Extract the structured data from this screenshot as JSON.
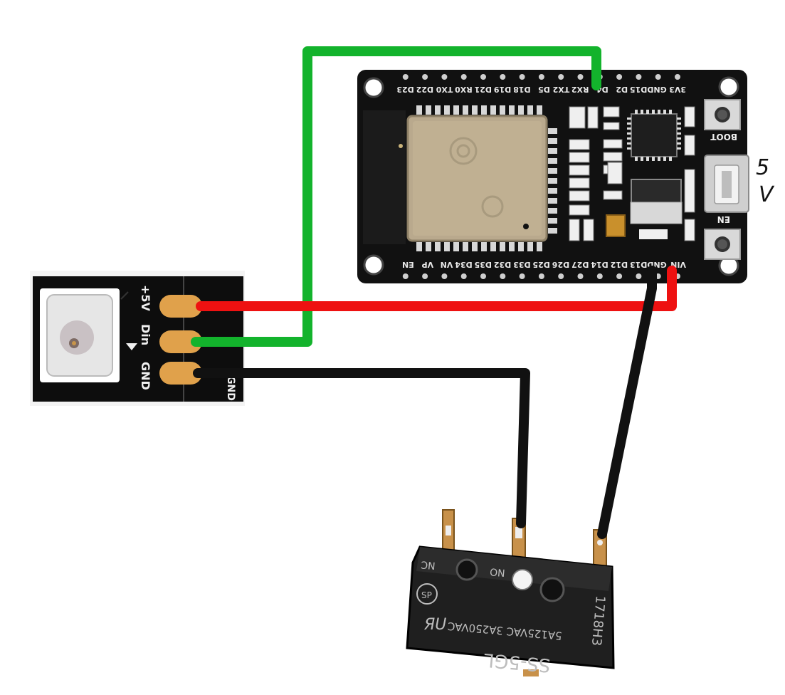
{
  "esp32": {
    "top_pins": [
      "3V3",
      "GND",
      "D15",
      "D2",
      "D4",
      "RX2",
      "TX2",
      "D5",
      "D18",
      "D19",
      "D21",
      "RX0",
      "TX0",
      "D22",
      "D23"
    ],
    "bottom_pins": [
      "VIN",
      "GND",
      "D13",
      "D12",
      "D14",
      "D27",
      "D26",
      "D25",
      "D33",
      "D32",
      "D35",
      "D34",
      "VN",
      "VP",
      "EN"
    ],
    "boot_label": "BOOT",
    "en_label": "EN"
  },
  "power_annotation": {
    "line1": "5",
    "line2": "V"
  },
  "led_module": {
    "pin_plus5v": "+5V",
    "pin_din": "Din",
    "pin_gnd": "GND",
    "edge_gnd": "GND"
  },
  "microswitch": {
    "model": "SS-5GL",
    "rating": "5A125VAC 3A250VAC",
    "code": "1718H3",
    "terminal_nc": "NC",
    "terminal_no": "NO"
  },
  "wire_colors": {
    "power": "#ee1111",
    "data": "#13b32c",
    "ground": "#111111"
  }
}
